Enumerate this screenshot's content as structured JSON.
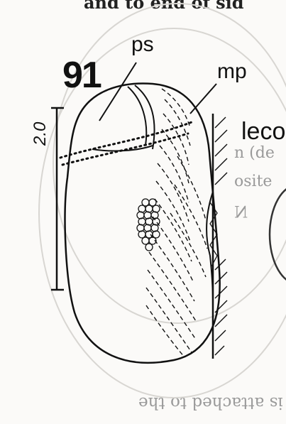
{
  "figure": {
    "number": "91",
    "labels": {
      "ps": "ps",
      "mp": "mp",
      "leco": "leco"
    },
    "scale_value": "2.0"
  },
  "page_text": {
    "top_fragment": "and to end of sid",
    "bleed_line_1": "n (de",
    "bleed_line_2": "osite",
    "bleed_line_3": "N",
    "bleed_bottom": "it side is attached to the"
  },
  "colors": {
    "ink": "#111111",
    "paper": "#fbfaf8",
    "bleed": "#9a9a9a"
  }
}
